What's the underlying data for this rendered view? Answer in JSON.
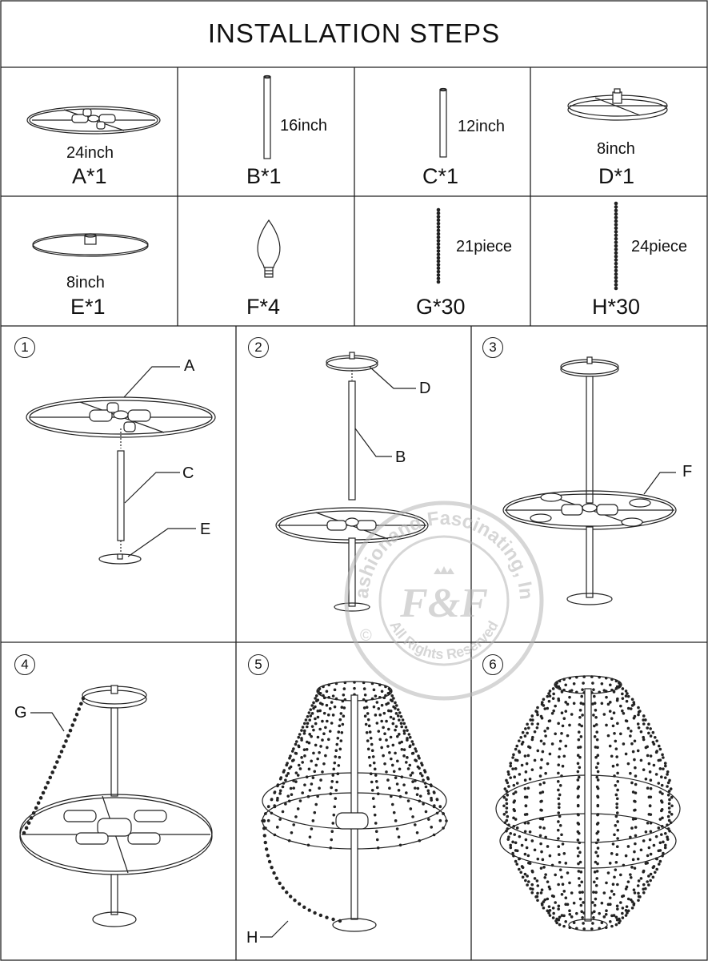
{
  "title": "INSTALLATION STEPS",
  "parts": [
    {
      "code": "A*1",
      "size": "24inch"
    },
    {
      "code": "B*1",
      "size": "16inch"
    },
    {
      "code": "C*1",
      "size": "12inch"
    },
    {
      "code": "D*1",
      "size": "8inch"
    },
    {
      "code": "E*1",
      "size": "8inch"
    },
    {
      "code": "F*4",
      "size": ""
    },
    {
      "code": "G*30",
      "size": "21piece"
    },
    {
      "code": "H*30",
      "size": "24piece"
    }
  ],
  "steps": [
    {
      "number": "1",
      "callouts": [
        "A",
        "C",
        "E"
      ]
    },
    {
      "number": "2",
      "callouts": [
        "D",
        "B"
      ]
    },
    {
      "number": "3",
      "callouts": [
        "F"
      ]
    },
    {
      "number": "4",
      "callouts": [
        "G"
      ]
    },
    {
      "number": "5",
      "callouts": [
        "H"
      ]
    },
    {
      "number": "6",
      "callouts": []
    }
  ],
  "watermark": {
    "ring_text": "Fashionand Fascinating, Inc",
    "logo": "F&F",
    "bottom_text": "All Rights Reserved",
    "copyright": "©",
    "color": "#b5b5b5"
  },
  "colors": {
    "line": "#222222",
    "background": "#ffffff"
  }
}
